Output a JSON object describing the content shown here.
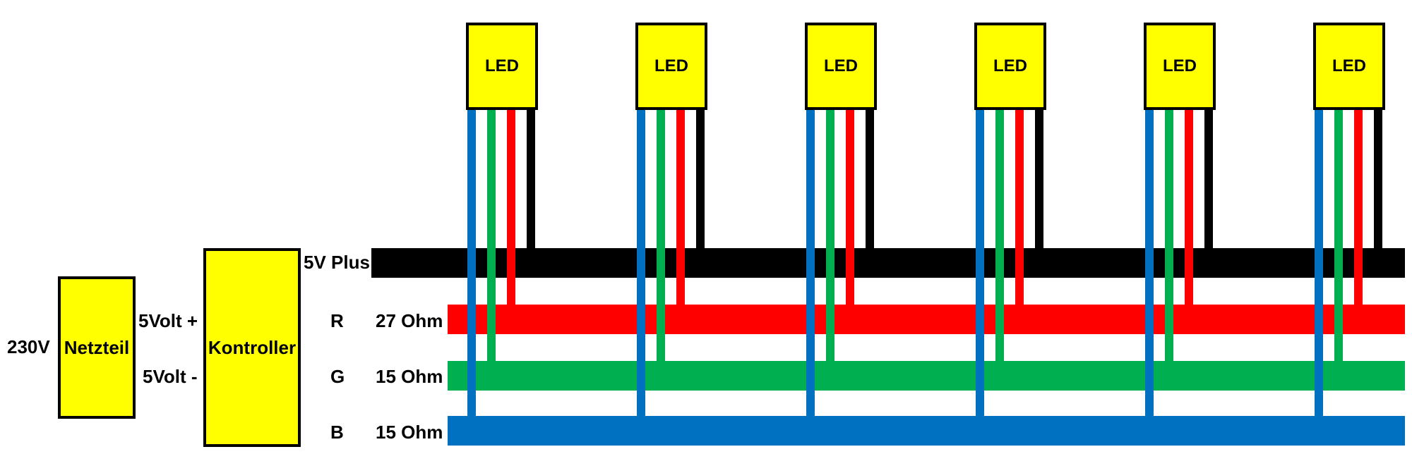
{
  "blocks": {
    "input_label": "230V",
    "psu_label": "Netzteil",
    "controller_label": "Kontroller",
    "out_plus_label": "5Volt +",
    "out_minus_label": "5Volt -"
  },
  "rails": [
    {
      "key": "plus",
      "name": "5V Plus",
      "value": "",
      "color": "#000000"
    },
    {
      "key": "r",
      "name": "R",
      "value": "27 Ohm",
      "color": "#ff0000"
    },
    {
      "key": "g",
      "name": "G",
      "value": "15 Ohm",
      "color": "#00b050"
    },
    {
      "key": "b",
      "name": "B",
      "value": "15 Ohm",
      "color": "#0070c0"
    }
  ],
  "led_label": "LED",
  "led_count": 6,
  "colors": {
    "led_fill": "#ffff00",
    "box_fill": "#ffff00",
    "outline": "#000000"
  }
}
